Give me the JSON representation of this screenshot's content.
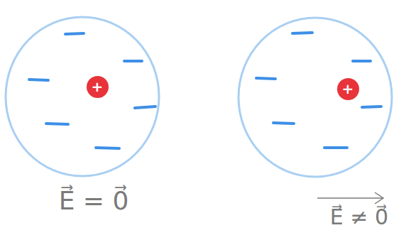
{
  "diagram": {
    "nodes": [
      {
        "text": [
          "+"
        ]
      },
      {
        "text": [
          "+"
        ]
      }
    ],
    "labels": [
      "E⃗ = 0⃗",
      "E⃗ ≠ 0⃗"
    ]
  }
}
